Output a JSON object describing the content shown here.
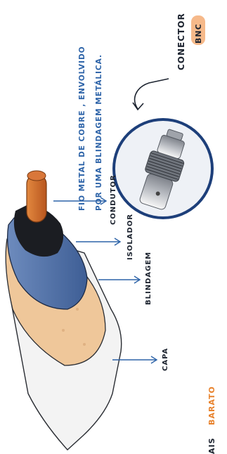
{
  "labels": {
    "conector_title": "CONECTOR",
    "conector_badge": "BNC",
    "description_line1": "FIO METAL DE COBRE , ENVOLVIDO",
    "description_line2": "POR UMA BLINDAGEM METÁLICA.",
    "condutor": "CONDUTOR",
    "isolador": "ISOLADOR",
    "blindagem": "BLINDAGEM",
    "capa": "CAPA",
    "bottom_prefix": "AIS",
    "bottom_highlight": "BARATO"
  },
  "colors": {
    "ink": "#1d2430",
    "blue": "#2d63a8",
    "orange": "#e8832e",
    "copper": "#c8652a",
    "insulator_black": "#1b1d22",
    "insulator_blue": "#4f72a8",
    "shield_tan": "#efc79a",
    "jacket_white": "#f3f3f3",
    "badge": "#f6b98a",
    "circle_border": "#1d3f7a",
    "circle_fill": "#e8ecf3"
  },
  "icons": {
    "connector": "bnc-connector-icon",
    "cable": "coaxial-cable-icon"
  }
}
